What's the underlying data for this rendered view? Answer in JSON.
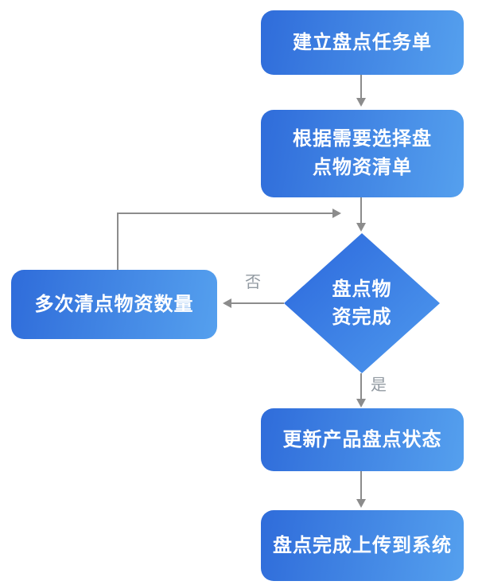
{
  "flowchart": {
    "colors": {
      "background": "#ffffff",
      "node_gradient_start": "#2f6cda",
      "node_gradient_end": "#55a0ee",
      "diamond_gradient_start": "#2b67dc",
      "diamond_gradient_end": "#4f9aee",
      "node_text": "#ffffff",
      "connector": "#8c8c8c",
      "edge_label": "#929aa2"
    },
    "nodes": {
      "create_task": {
        "type": "process",
        "lines": [
          "建立盘点任务单"
        ]
      },
      "select_list": {
        "type": "process",
        "lines": [
          "根据需要选择盘",
          "点物资清单"
        ]
      },
      "inventory_done": {
        "type": "decision",
        "lines": [
          "盘点物",
          "资完成"
        ]
      },
      "recount": {
        "type": "process",
        "lines": [
          "多次清点物资数量"
        ]
      },
      "update_status": {
        "type": "process",
        "lines": [
          "更新产品盘点状态"
        ]
      },
      "upload_system": {
        "type": "process",
        "lines": [
          "盘点完成上传到系统"
        ]
      }
    },
    "edges": {
      "no_label": "否",
      "yes_label": "是"
    }
  }
}
